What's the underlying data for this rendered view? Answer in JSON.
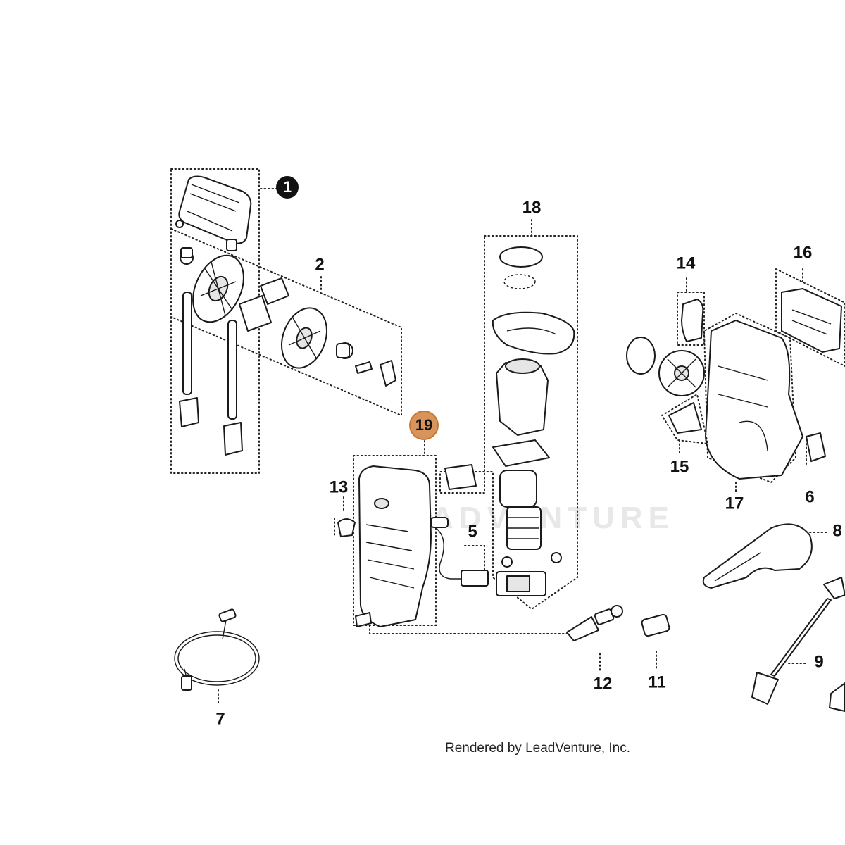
{
  "callouts": {
    "c1": "1",
    "c2": "2",
    "c5": "5",
    "c6": "6",
    "c7": "7",
    "c8": "8",
    "c9": "9",
    "c11": "11",
    "c12": "12",
    "c13": "13",
    "c14": "14",
    "c15": "15",
    "c16": "16",
    "c17": "17",
    "c18": "18",
    "c19": "19"
  },
  "highlight": {
    "part": "19",
    "color": "#d7955d",
    "ring": "#c9772f"
  },
  "watermark": "LEADVENTURE",
  "footer": "Rendered by LeadVenture, Inc."
}
